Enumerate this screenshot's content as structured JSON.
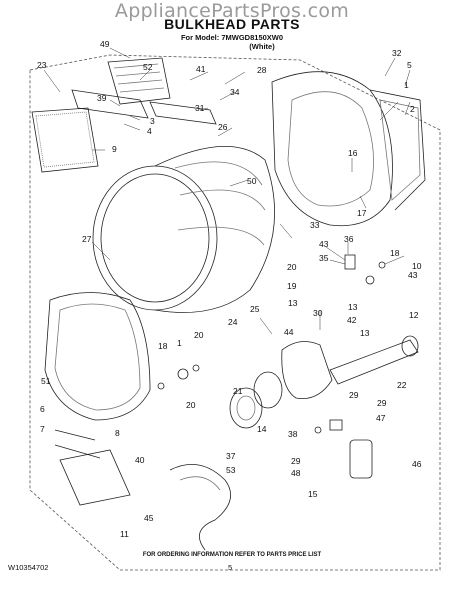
{
  "watermark": "AppliancePartsPros.com",
  "header": {
    "title": "BULKHEAD PARTS",
    "model": "For Model: 7MWGD8150XW0",
    "variant": "(White)"
  },
  "callouts": [
    "49",
    "52",
    "41",
    "28",
    "23",
    "39",
    "34",
    "31",
    "3",
    "4",
    "26",
    "9",
    "32",
    "5",
    "2",
    "1",
    "16",
    "17",
    "50",
    "27",
    "33",
    "43",
    "36",
    "35",
    "18",
    "10",
    "20",
    "43",
    "19",
    "13",
    "30",
    "25",
    "24",
    "20",
    "44",
    "42",
    "12",
    "13",
    "18",
    "1",
    "13",
    "51",
    "21",
    "22",
    "20",
    "6",
    "8",
    "29",
    "29",
    "7",
    "14",
    "38",
    "47",
    "40",
    "37",
    "53",
    "29",
    "48",
    "46",
    "15",
    "45",
    "11"
  ],
  "footer": {
    "note": "FOR ORDERING INFORMATION REFER TO PARTS PRICE LIST",
    "doc_number": "W10354702",
    "page": "5"
  }
}
